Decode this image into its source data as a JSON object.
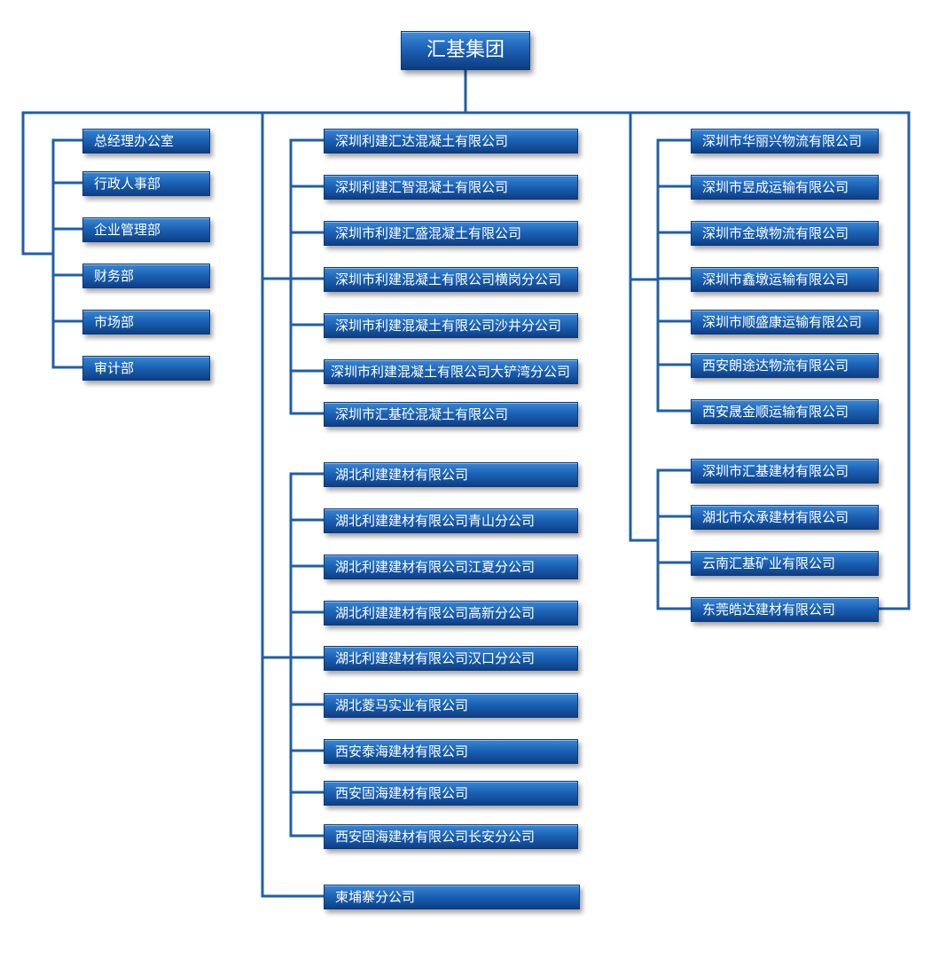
{
  "root": "汇基集团",
  "departments": [
    "总经理办公室",
    "行政人事部",
    "企业管理部",
    "财务部",
    "市场部",
    "审计部"
  ],
  "concrete_companies": [
    "深圳利建汇达混凝土有限公司",
    "深圳利建汇智混凝土有限公司",
    "深圳市利建汇盛混凝土有限公司",
    "深圳市利建混凝土有限公司横岗分公司",
    "深圳市利建混凝土有限公司沙井分公司",
    "深圳市利建混凝土有限公司大铲湾分公司",
    "深圳市汇基砼混凝土有限公司"
  ],
  "material_companies": [
    "湖北利建建材有限公司",
    "湖北利建建材有限公司青山分公司",
    "湖北利建建材有限公司江夏分公司",
    "湖北利建建材有限公司高新分公司",
    "湖北利建建材有限公司汉口分公司",
    "湖北菱马实业有限公司",
    "西安泰海建材有限公司",
    "西安固海建材有限公司",
    "西安固海建材有限公司长安分公司"
  ],
  "branch_office": "柬埔寨分公司",
  "logistics_companies": [
    "深圳市华丽兴物流有限公司",
    "深圳市昱成运输有限公司",
    "深圳市金墩物流有限公司",
    "深圳市鑫墩运输有限公司",
    "深圳市顺盛康运输有限公司",
    "西安朗途达物流有限公司",
    "西安晟金顺运输有限公司"
  ],
  "other_companies": [
    "深圳市汇基建材有限公司",
    "湖北市众承建材有限公司",
    "云南汇基矿业有限公司",
    "东莞皓达建材有限公司"
  ]
}
